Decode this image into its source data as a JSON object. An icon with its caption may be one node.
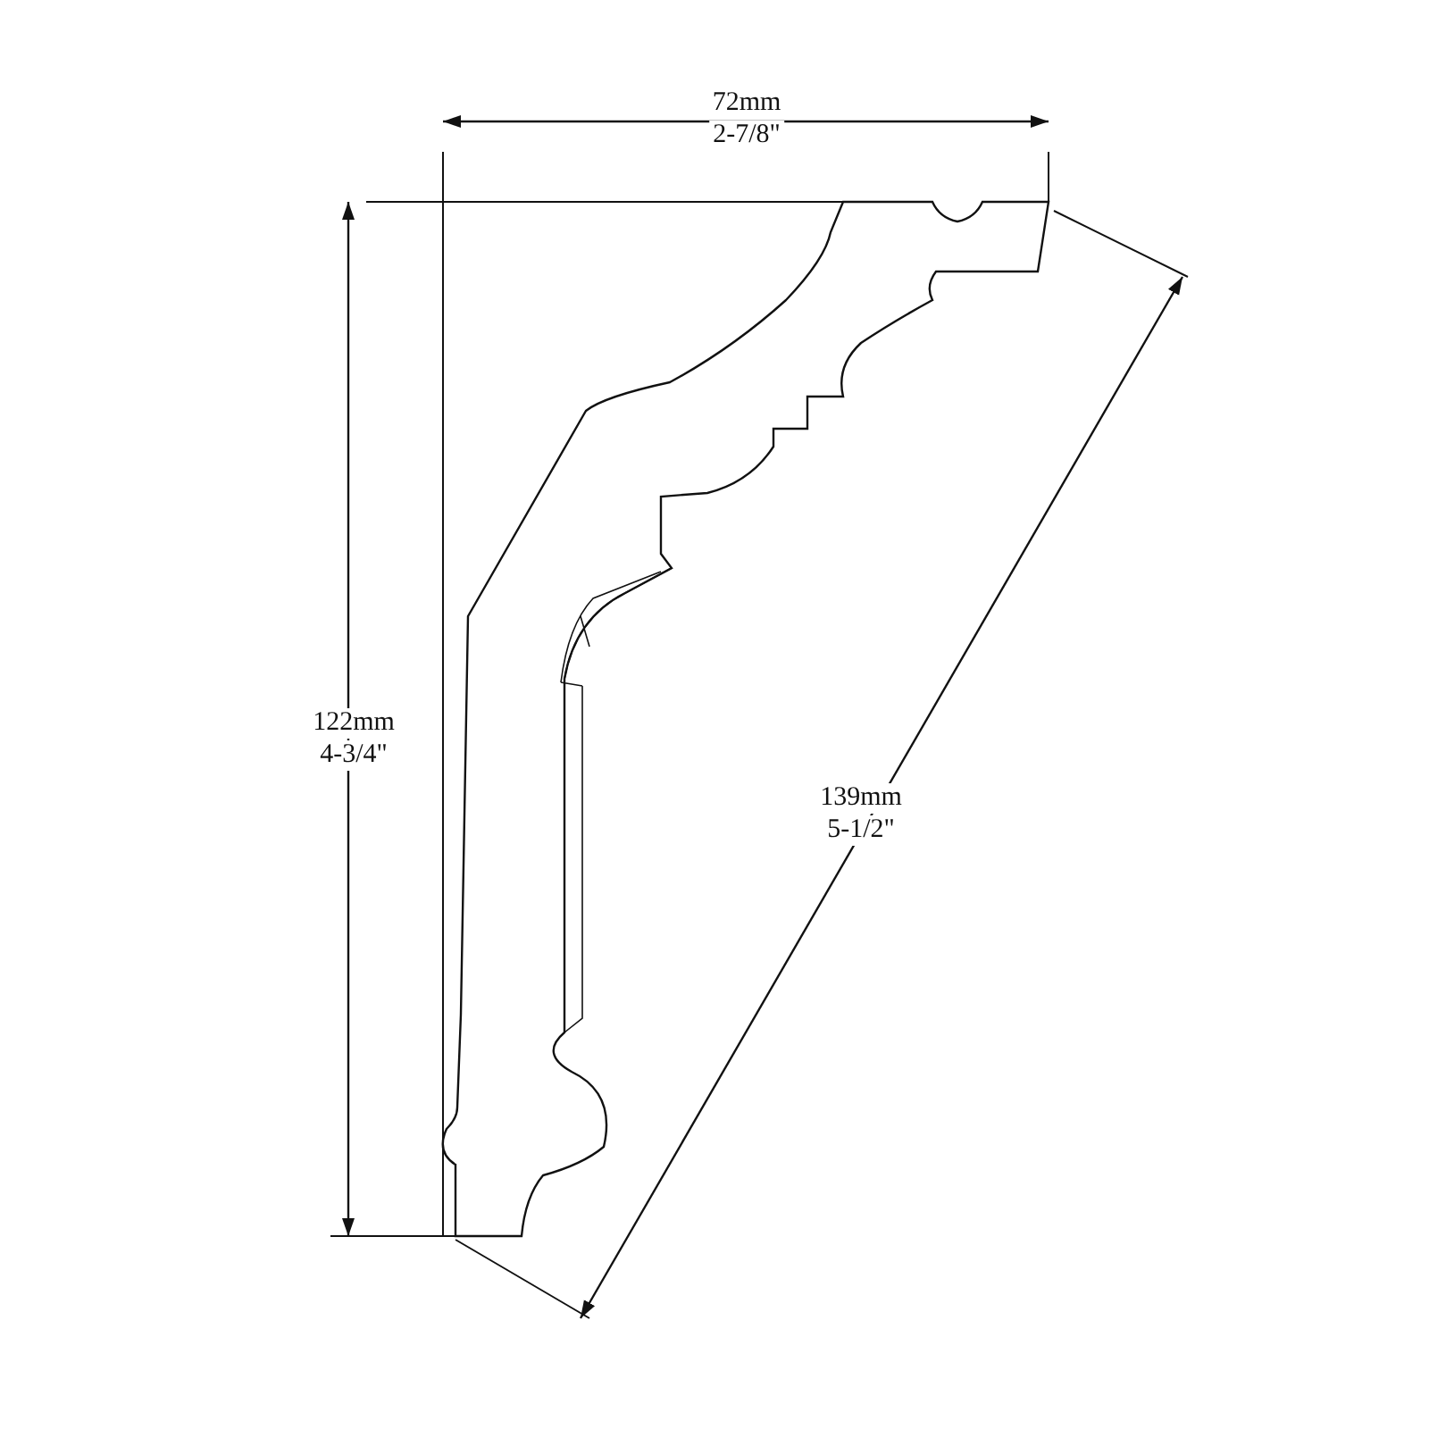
{
  "diagram": {
    "labels": [
      "72mm",
      "2-7/8\"",
      "122mm",
      "4-3/4\"",
      "139mm",
      "5-1/2\""
    ]
  }
}
